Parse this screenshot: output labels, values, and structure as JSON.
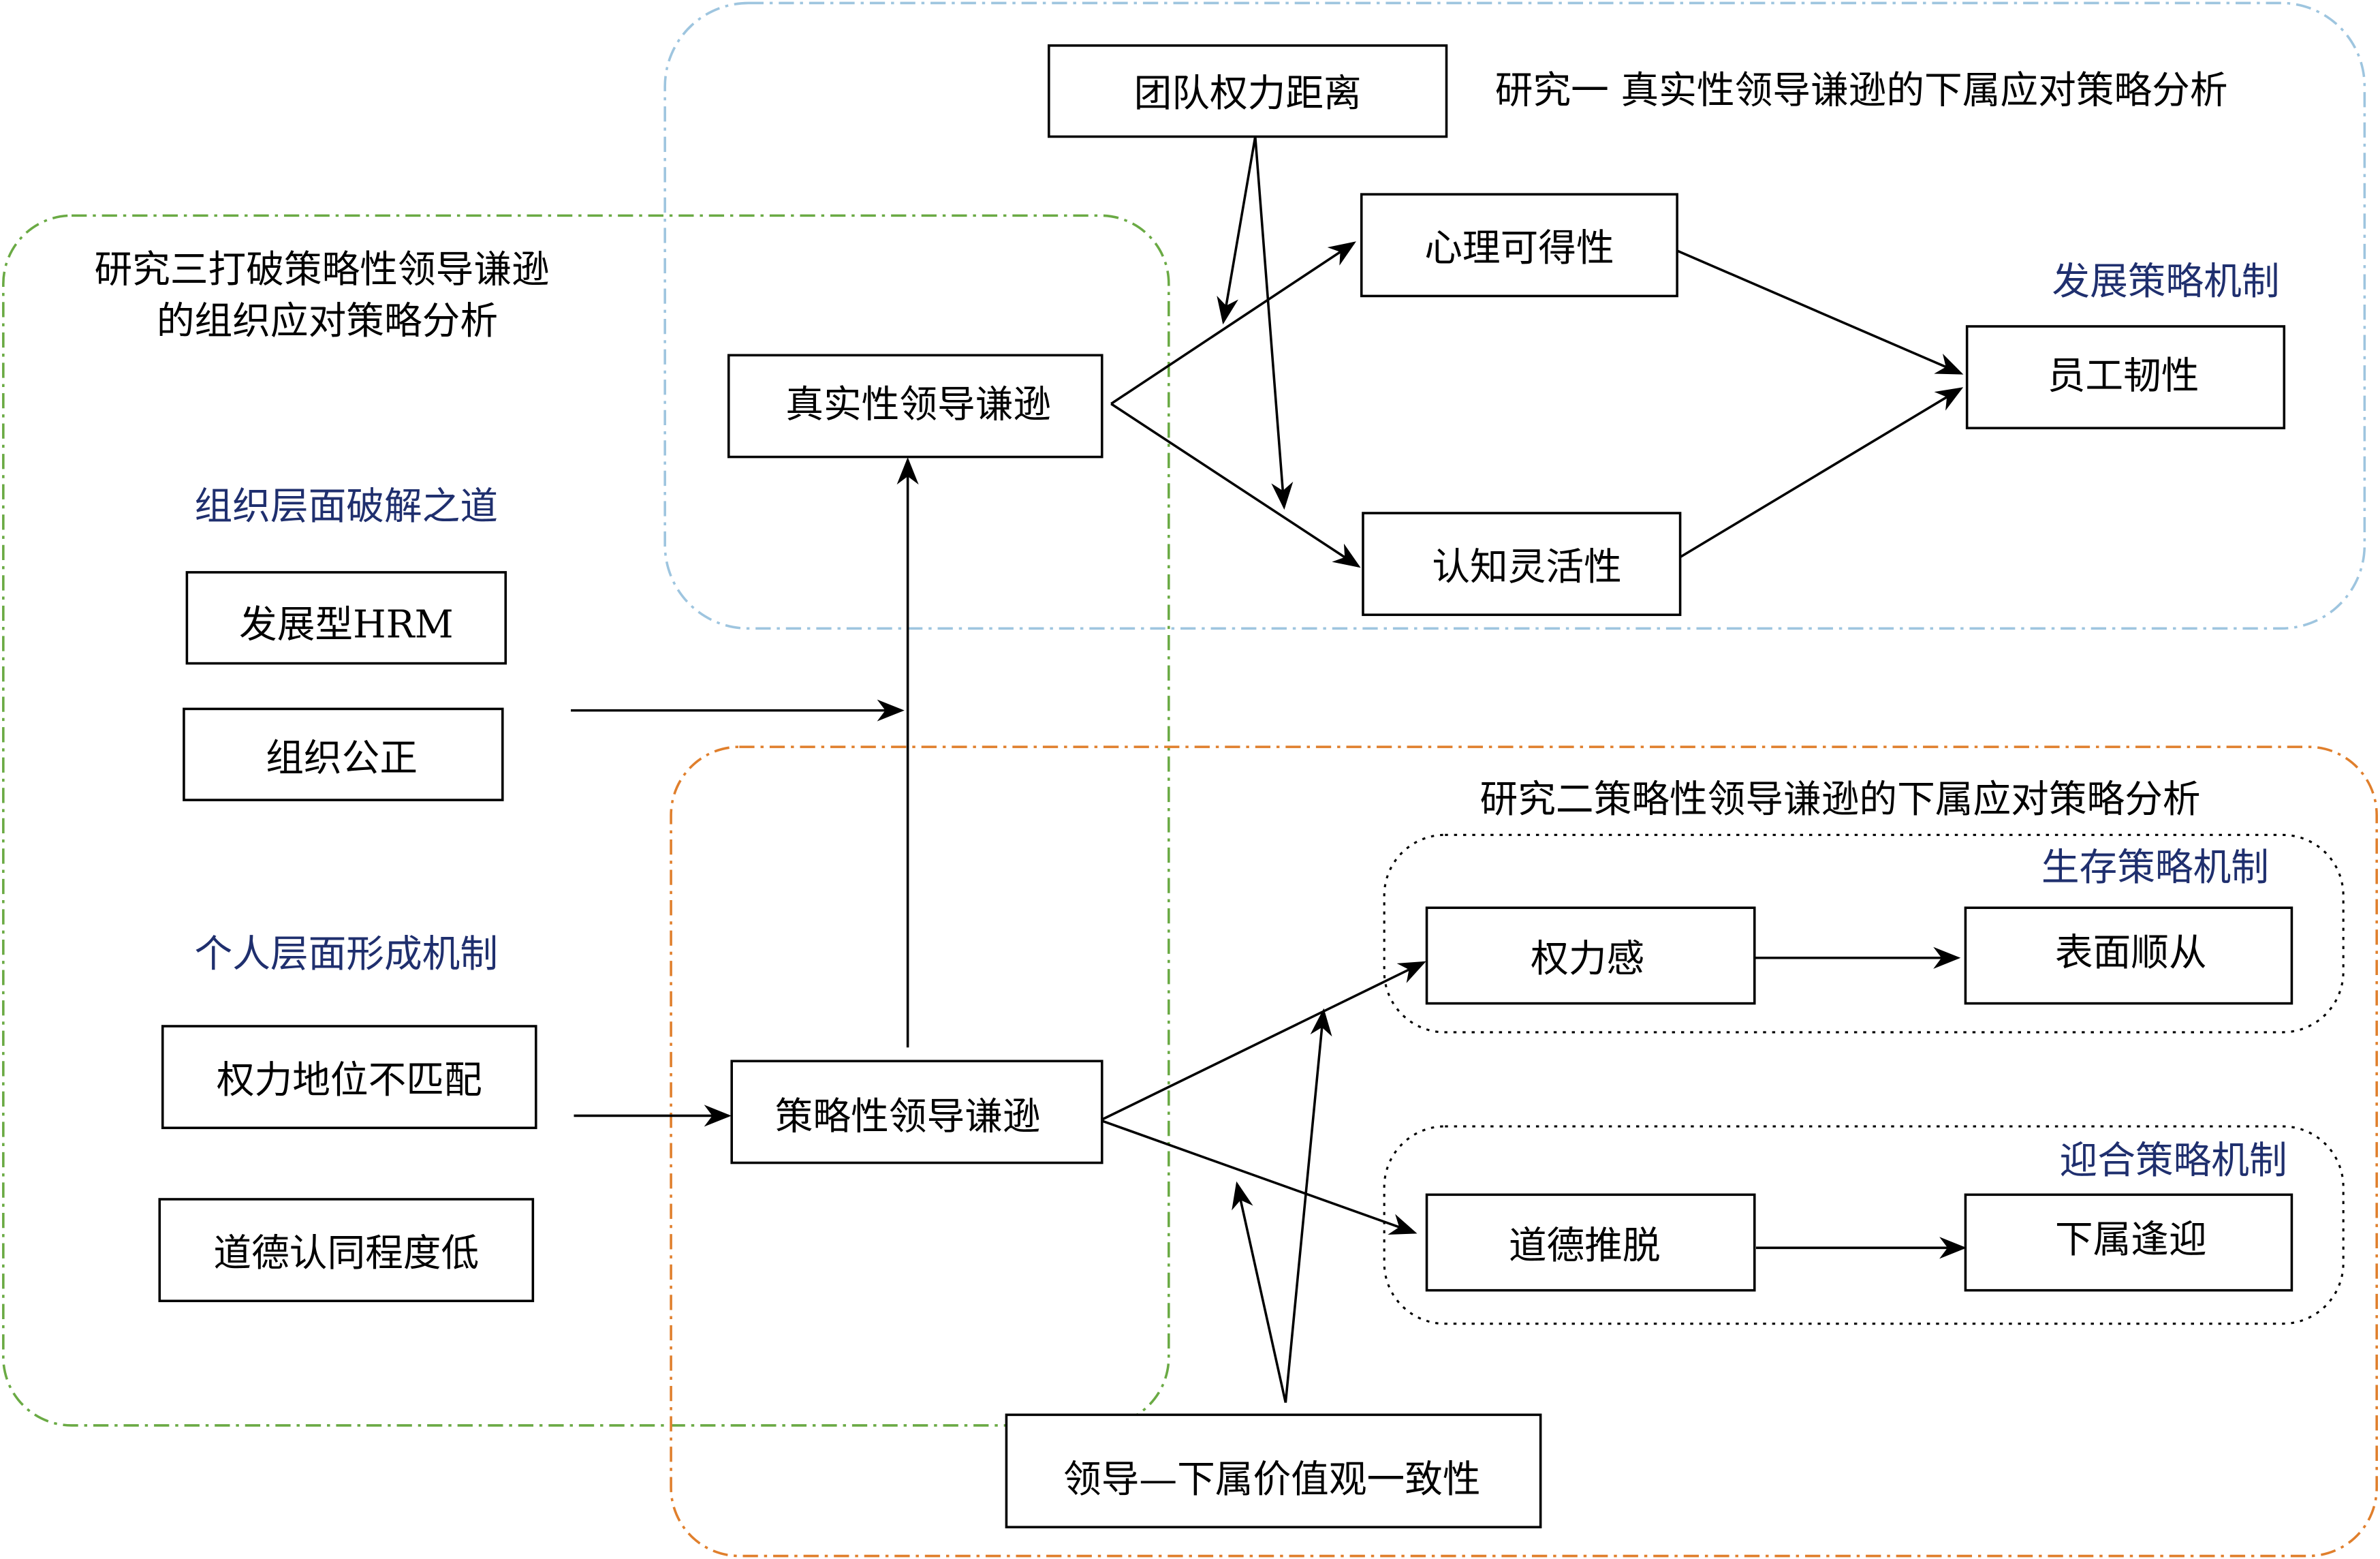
{
  "regions": {
    "study1": {
      "title": "研究一 真实性领导谦逊的下属应对策略分析",
      "mechanism": "发展策略机制",
      "color": "#9ec5df"
    },
    "study2": {
      "title": "研究二策略性领导谦逊的下属应对策略分析",
      "color": "#e07f2c"
    },
    "study3": {
      "title_line1": "研究三打破策略性领导谦逊",
      "title_line2": "的组织应对策略分析",
      "color": "#6aaa44"
    },
    "survival": {
      "label": "生存策略机制"
    },
    "ingratiation": {
      "label": "迎合策略机制"
    }
  },
  "labels": {
    "org_level": "组织层面破解之道",
    "personal_level": "个人层面形成机制",
    "label_color": "#1f2f6e"
  },
  "nodes": {
    "team_power_distance": "团队权力距离",
    "psych_availability": "心理可得性",
    "cognitive_flexibility": "认知灵活性",
    "employee_resilience": "员工韧性",
    "authentic_humility": "真实性领导谦逊",
    "strategic_humility": "策略性领导谦逊",
    "developmental_hrm": "发展型HRM",
    "org_justice": "组织公正",
    "power_status_mismatch": "权力地位不匹配",
    "low_moral_identity": "道德认同程度低",
    "sense_of_power": "权力感",
    "surface_compliance": "表面顺从",
    "moral_disengagement": "道德推脱",
    "ingratiation": "下属逢迎",
    "value_congruence": "领导—下属价值观一致性"
  }
}
